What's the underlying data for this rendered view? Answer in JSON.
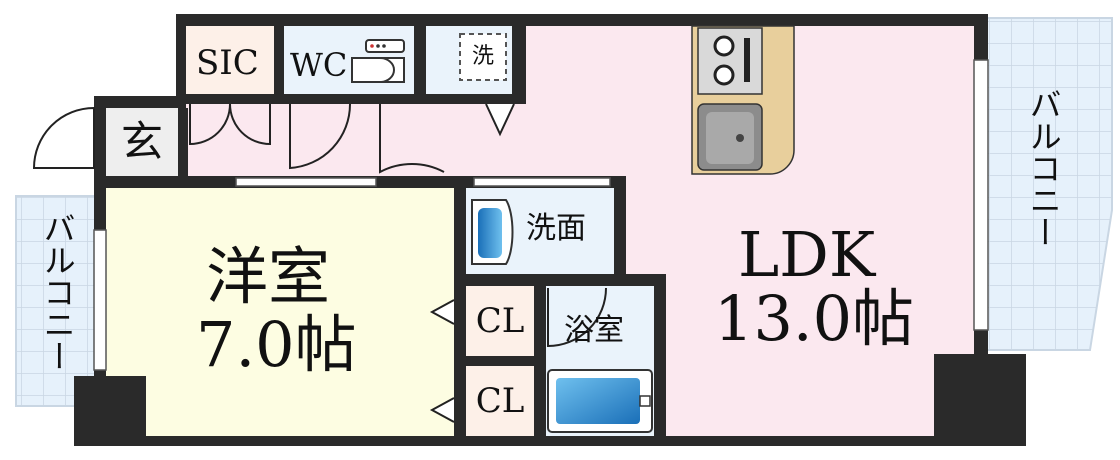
{
  "rooms": {
    "sic": "SIC",
    "wc": "WC",
    "washer": "洗",
    "entrance": "玄",
    "western_name": "洋室",
    "western_size": "7.0帖",
    "washroom": "洗面",
    "closet_1": "CL",
    "closet_2": "CL",
    "bath": "浴室",
    "ldk_name": "LDK",
    "ldk_size": "13.0帖",
    "balcony_right": "バルコニー",
    "balcony_left": "バルコニー"
  },
  "colors": {
    "wall": "#2a2a2a",
    "ldk_floor": "#fbe8ef",
    "western_floor": "#fdfde2",
    "wet_area_floor": "#eaf3fb",
    "closet_floor": "#fdf0e8",
    "balcony_tile": "#e6f1fb",
    "kitchen_counter": "#e8cf9c",
    "bath_tub": "#2f8fd3"
  }
}
